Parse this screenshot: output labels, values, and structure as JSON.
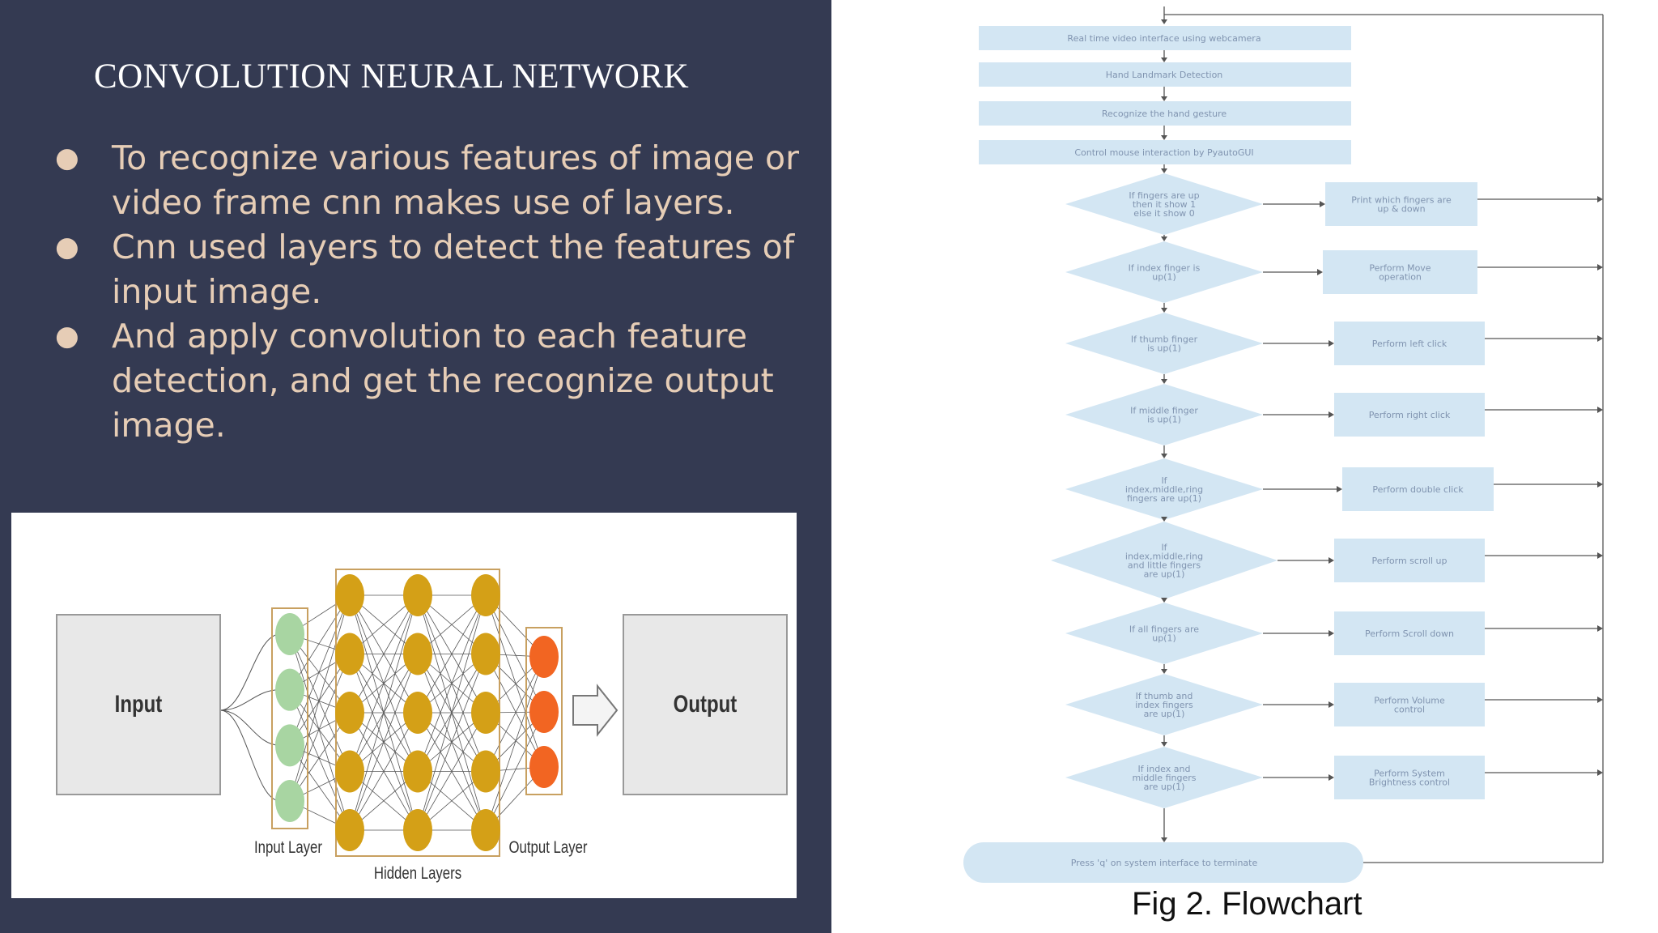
{
  "slide": {
    "title": "CONVOLUTION NEURAL NETWORK",
    "bullets": [
      "To recognize various features of image or video frame cnn makes use of layers.",
      "Cnn used layers to detect the features of input image.",
      "And apply convolution to each feature detection, and get the recognize output image."
    ],
    "bullet_symbol": "●"
  },
  "network_diagram": {
    "input_label": "Input",
    "output_label": "Output",
    "input_layer_label": "Input Layer",
    "hidden_layers_label": "Hidden Layers",
    "output_layer_label": "Output Layer",
    "input_nodes": 4,
    "hidden_layers": 3,
    "hidden_nodes_per_layer": 5,
    "output_nodes": 3,
    "colors": {
      "input_node": "#a8d5a2",
      "hidden_node": "#d4a017",
      "output_node": "#f26522",
      "layer_border": "#c8a060"
    }
  },
  "flowchart": {
    "steps": [
      "Real time video interface using webcamera",
      "Hand Landmark Detection",
      "Recognize the hand gesture",
      "Control mouse interaction by PyautoGUI"
    ],
    "decisions": [
      {
        "condition": [
          "If fingers are up",
          "then it show 1",
          "else it show 0"
        ],
        "action": [
          "Print which fingers are",
          "up & down"
        ]
      },
      {
        "condition": [
          "If index finger is",
          "up(1)"
        ],
        "action": [
          "Perform Move",
          "operation"
        ]
      },
      {
        "condition": [
          "If thumb finger",
          "is up(1)"
        ],
        "action": [
          "Perform left click"
        ]
      },
      {
        "condition": [
          "If middle finger",
          "is up(1)"
        ],
        "action": [
          "Perform right click"
        ]
      },
      {
        "condition": [
          "If",
          "index,middle,ring",
          "fingers are up(1)"
        ],
        "action": [
          "Perform double click"
        ]
      },
      {
        "condition": [
          "If",
          "index,middle,ring",
          "and little fingers",
          "are up(1)"
        ],
        "action": [
          "Perform scroll up"
        ]
      },
      {
        "condition": [
          "If all fingers are",
          "up(1)"
        ],
        "action": [
          "Perform Scroll down"
        ]
      },
      {
        "condition": [
          "If thumb and",
          "index fingers",
          "are up(1)"
        ],
        "action": [
          "Perform Volume",
          "control"
        ]
      },
      {
        "condition": [
          "If index and",
          "middle fingers",
          "are up(1)"
        ],
        "action": [
          "Perform System",
          "Brightness control"
        ]
      }
    ],
    "terminate": "Press 'q' on system interface to terminate",
    "caption": "Fig 2. Flowchart",
    "colors": {
      "box_fill": "#d3e6f3",
      "line": "#555555",
      "text": "#8094b0"
    }
  }
}
